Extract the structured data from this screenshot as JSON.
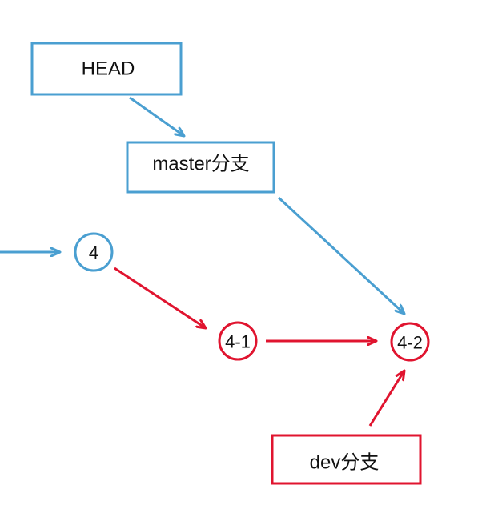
{
  "colors": {
    "blue": "#4a9fd1",
    "red": "#e0142f",
    "text": "#111111"
  },
  "boxes": {
    "head": {
      "label": "HEAD"
    },
    "master": {
      "label": "master分支"
    },
    "dev": {
      "label": "dev分支"
    }
  },
  "nodes": {
    "commit_4": {
      "label": "4"
    },
    "commit_4_1": {
      "label": "4-1"
    },
    "commit_4_2": {
      "label": "4-2"
    }
  }
}
